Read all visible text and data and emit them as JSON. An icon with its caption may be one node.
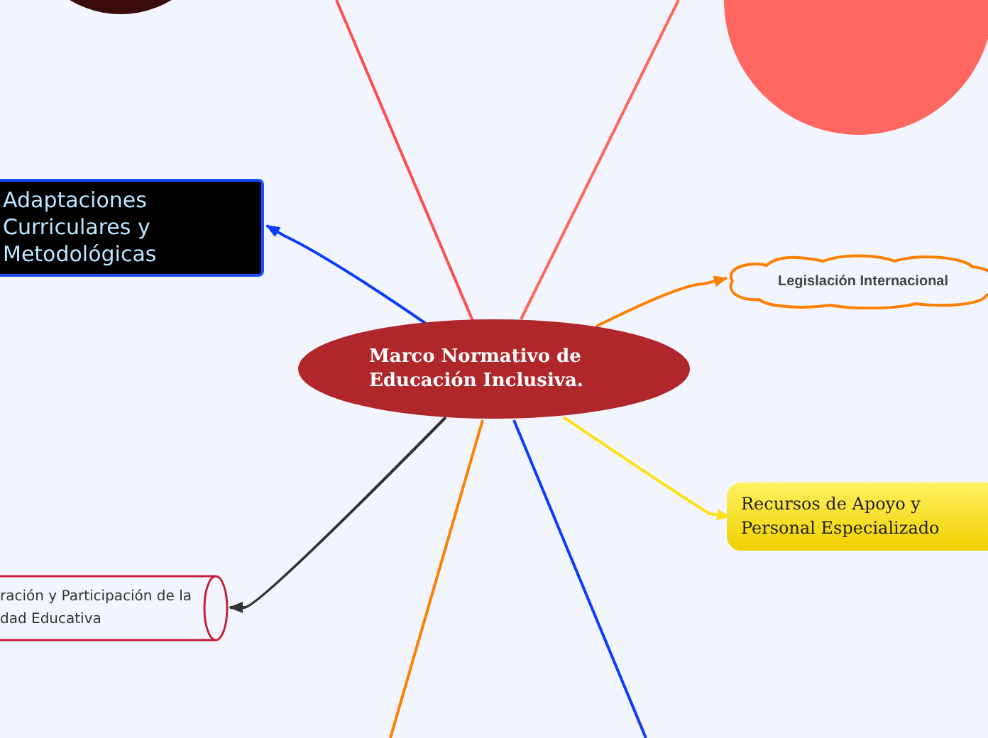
{
  "diagram": {
    "nodes": [
      {
        "text": [
          "Marco Normativo de Educación Inclusiva."
        ]
      },
      {
        "text": [
          "Adaptaciones Curriculares y Metodológicas"
        ]
      },
      {
        "text": [
          "Legislación Internacional"
        ]
      },
      {
        "text": [
          "Recursos de Apoyo y Personal Especializado"
        ]
      },
      {
        "text": [
          "ración y Participación de la dad Educativa"
        ]
      },
      {
        "text": [],
        "shape": "circle"
      },
      {
        "text": [],
        "shape": "circle"
      }
    ],
    "edges": [
      {
        "from": 0,
        "to": 1,
        "arrow": "to",
        "color": "#0a3cff"
      },
      {
        "from": 0,
        "to": 2,
        "arrow": "to",
        "color": "#ff8000"
      },
      {
        "from": 0,
        "to": 3,
        "arrow": "to",
        "color": "#ffe01a"
      },
      {
        "from": 0,
        "to": 4,
        "arrow": "to",
        "color": "#333333"
      },
      {
        "from": 0,
        "to": null,
        "arrow": "none",
        "color": "#ff4d4d"
      },
      {
        "from": 0,
        "to": null,
        "arrow": "none",
        "color": "#ff6655"
      },
      {
        "from": 0,
        "to": null,
        "arrow": "none",
        "color": "#ff8000"
      },
      {
        "from": 0,
        "to": null,
        "arrow": "none",
        "color": "#0a3cff"
      }
    ]
  }
}
